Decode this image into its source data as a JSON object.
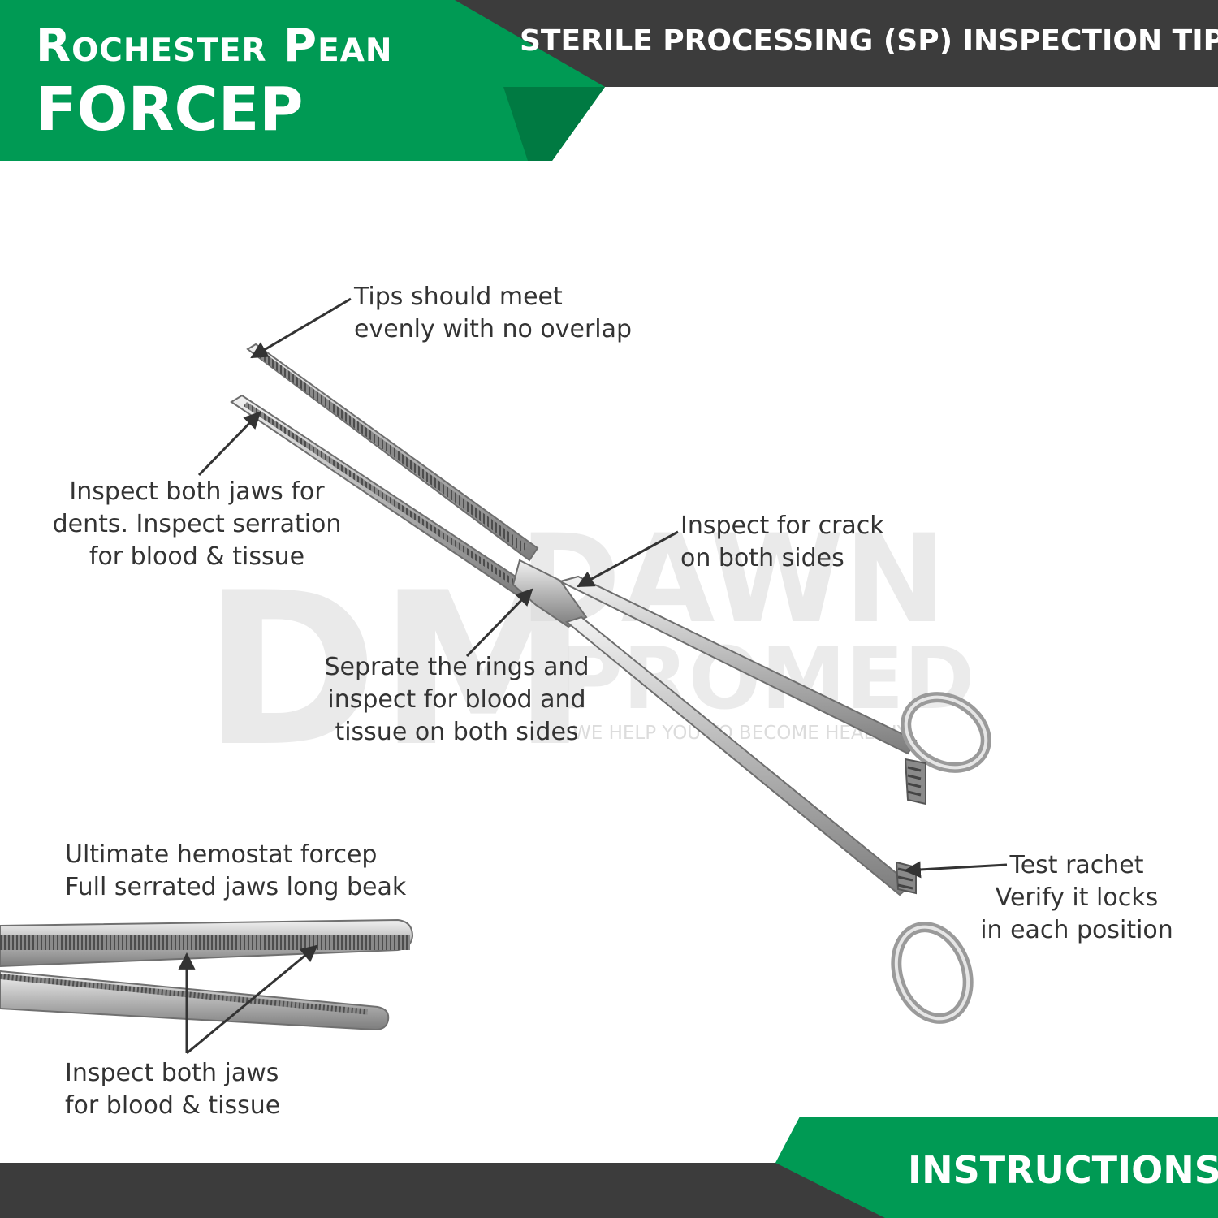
{
  "header": {
    "title_line1": "Rochester Pean",
    "title_line2": "FORCEP",
    "tagline": "STERILE PROCESSING (SP) INSPECTION TIPS"
  },
  "footer": {
    "label": "INSTRUCTIONS"
  },
  "colors": {
    "brand_green": "#009a54",
    "dark_bar": "#3c3c3c",
    "text": "#333333",
    "arrow": "#333333",
    "watermark": "#d9d9d9"
  },
  "watermark": {
    "monogram": "DM",
    "brand_line1": "DAWN",
    "brand_line2": "PROMED",
    "slogan": "WE HELP YOU TO BECOME HEALTHY"
  },
  "annotations": {
    "tips": [
      "Tips should meet",
      "evenly with no overlap"
    ],
    "jaws": [
      "Inspect both jaws for",
      "dents. Inspect serration",
      "for blood & tissue"
    ],
    "crack": [
      "Inspect for crack",
      "on both sides"
    ],
    "rings": [
      "Seprate the rings and",
      "inspect for blood and",
      "tissue on both sides"
    ],
    "rachet": [
      "Test rachet",
      "Verify it locks",
      "in each position"
    ],
    "ultimate": [
      "Ultimate hemostat forcep",
      "Full serrated jaws long beak"
    ],
    "bottom_jaws": [
      "Inspect both jaws",
      "for blood & tissue"
    ]
  },
  "icons": [
    "forceps-illustration",
    "jaw-closeup-illustration",
    "arrow-icon"
  ]
}
